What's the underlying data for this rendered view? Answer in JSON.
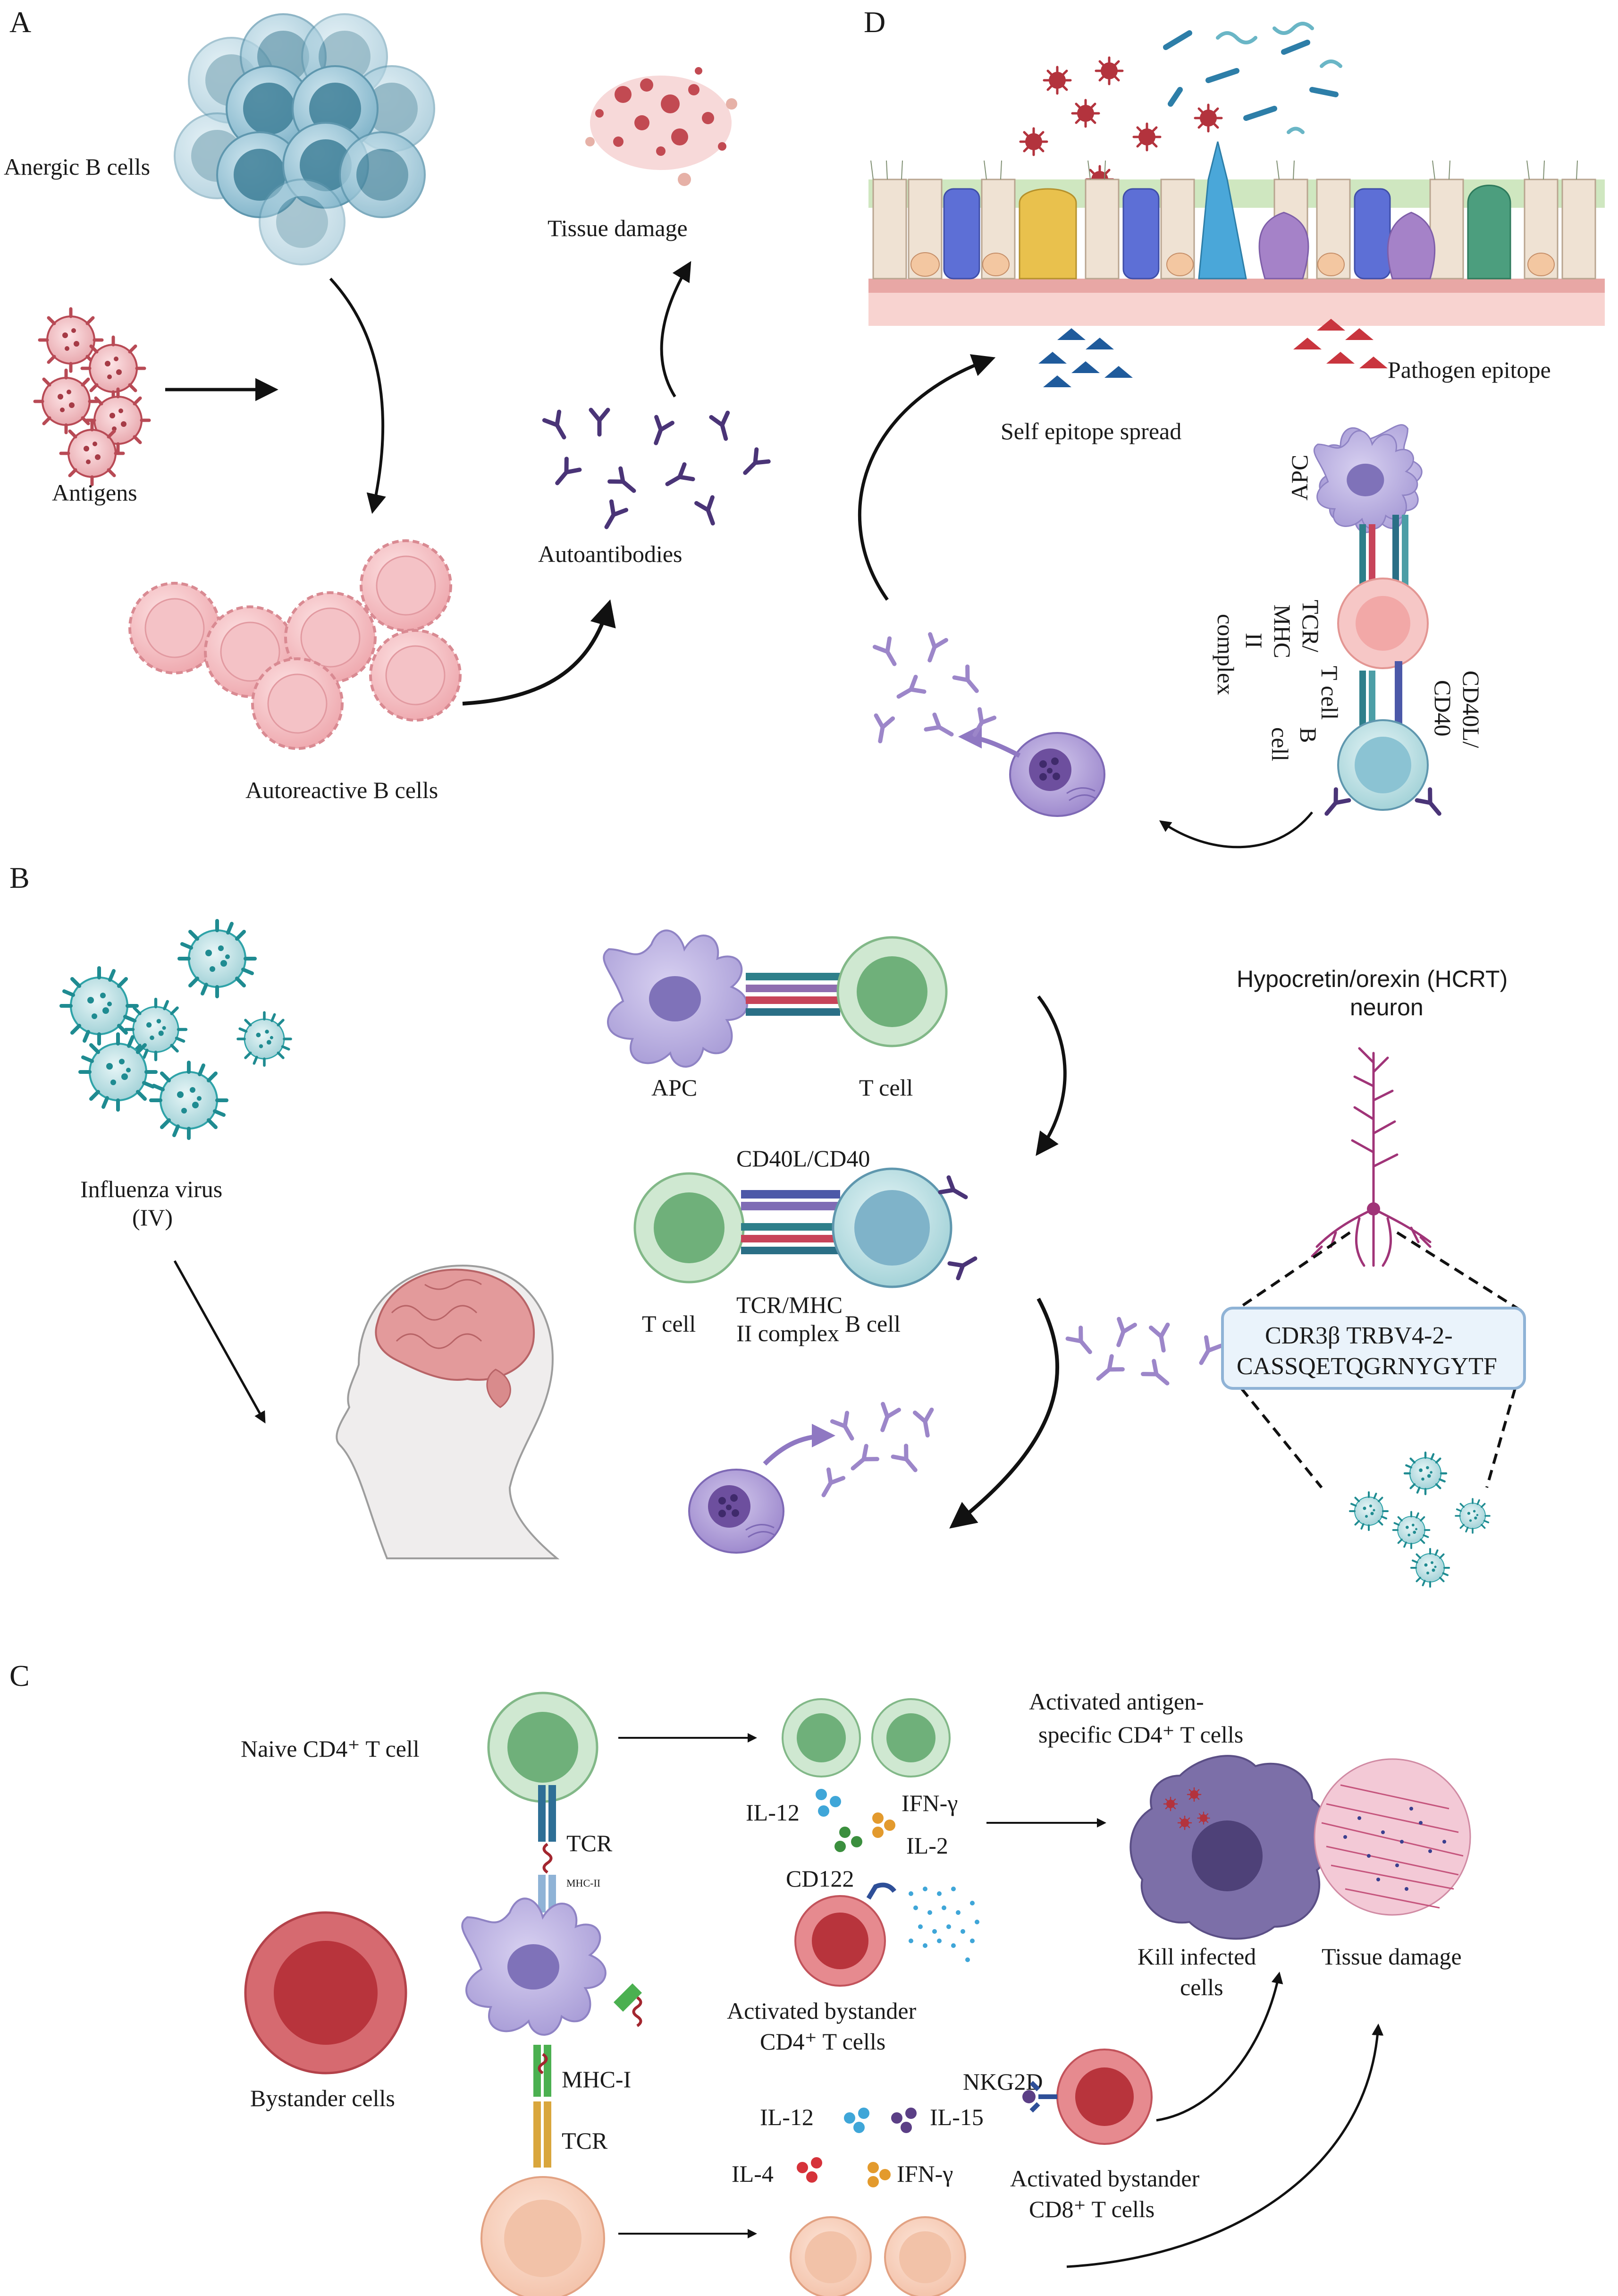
{
  "panels": {
    "A": {
      "letter": "A",
      "anergic": "Anergic B cells",
      "antigens": "Antigens",
      "autoreactive": "Autoreactive B cells",
      "autoantibodies": "Autoantibodies",
      "tissue_damage": "Tissue damage"
    },
    "B": {
      "letter": "B",
      "influenza_line1": "Influenza virus",
      "influenza_line2": "(IV)",
      "apc": "APC",
      "t_cell_top": "T cell",
      "cd40": "CD40L/CD40",
      "t_cell": "T cell",
      "tcr_line1": "TCR/MHC",
      "tcr_line2": "II complex",
      "b_cell": "B cell",
      "hcrt_line1": "Hypocretin/orexin (HCRT)",
      "hcrt_line2": "neuron",
      "cdr_line1": "CDR3β TRBV4-2-",
      "cdr_line2": "CASSQETQGRNYGYTF"
    },
    "C": {
      "letter": "C",
      "naive": "Naive CD4⁺ T cell",
      "activated_antigen_line1": "Activated antigen-",
      "activated_antigen_line2": "specific  CD4⁺ T cells",
      "il12_top": "IL-12",
      "ifng_top": "IFN-γ",
      "il2": "IL-2",
      "tcr_top": "TCR",
      "mhc2": "MHC-II",
      "cd122": "CD122",
      "bystander_cells": "Bystander cells",
      "activated_bystander_cd4_line1": "Activated bystander",
      "activated_bystander_cd4_line2": "CD4⁺ T cells",
      "mhc1": "MHC-I",
      "tcr_bottom": "TCR",
      "kill_line1": "Kill infected",
      "kill_line2": "cells",
      "tissue_damage": "Tissue damage",
      "nkg2d": "NKG2D",
      "il12_bottom": "IL-12",
      "il15": "IL-15",
      "il4": "IL-4",
      "ifng_bottom": "IFN-γ",
      "activated_bystander_cd8_line1": "Activated bystander",
      "activated_bystander_cd8_line2": "CD8⁺ T cells"
    },
    "D": {
      "letter": "D",
      "self_epitope": "Self epitope spread",
      "pathogen_epitope": "Pathogen  epitope",
      "apc": "APC",
      "t_cell": "T cell",
      "tcr_line1": "TCR/",
      "tcr_line2": "MHC",
      "tcr_line3": "II",
      "tcr_line4": "complex",
      "cd40l_line1": "CD40L/",
      "cd40l_line2": "CD40",
      "b_line1": "B",
      "b_line2": "cell"
    }
  },
  "colors": {
    "b_cell_blue": "#7fb3c9",
    "autoreactive_pink": "#f2b9bd",
    "antigen_red": "#b84a55",
    "antibody_purple": "#5b3f86",
    "apc_lavender": "#a79bd6",
    "t_cell_green": "#a9d3ad",
    "virus_teal": "#2fa3a8",
    "bystander_red": "#c9454d",
    "cd8_peach": "#f6cbb5",
    "plasma_purple": "#8f78c2"
  },
  "icons": [
    "brain-head-icon",
    "neuron-icon",
    "virus-icon",
    "antibody-icon",
    "epithelium-icon",
    "histology-icon"
  ]
}
